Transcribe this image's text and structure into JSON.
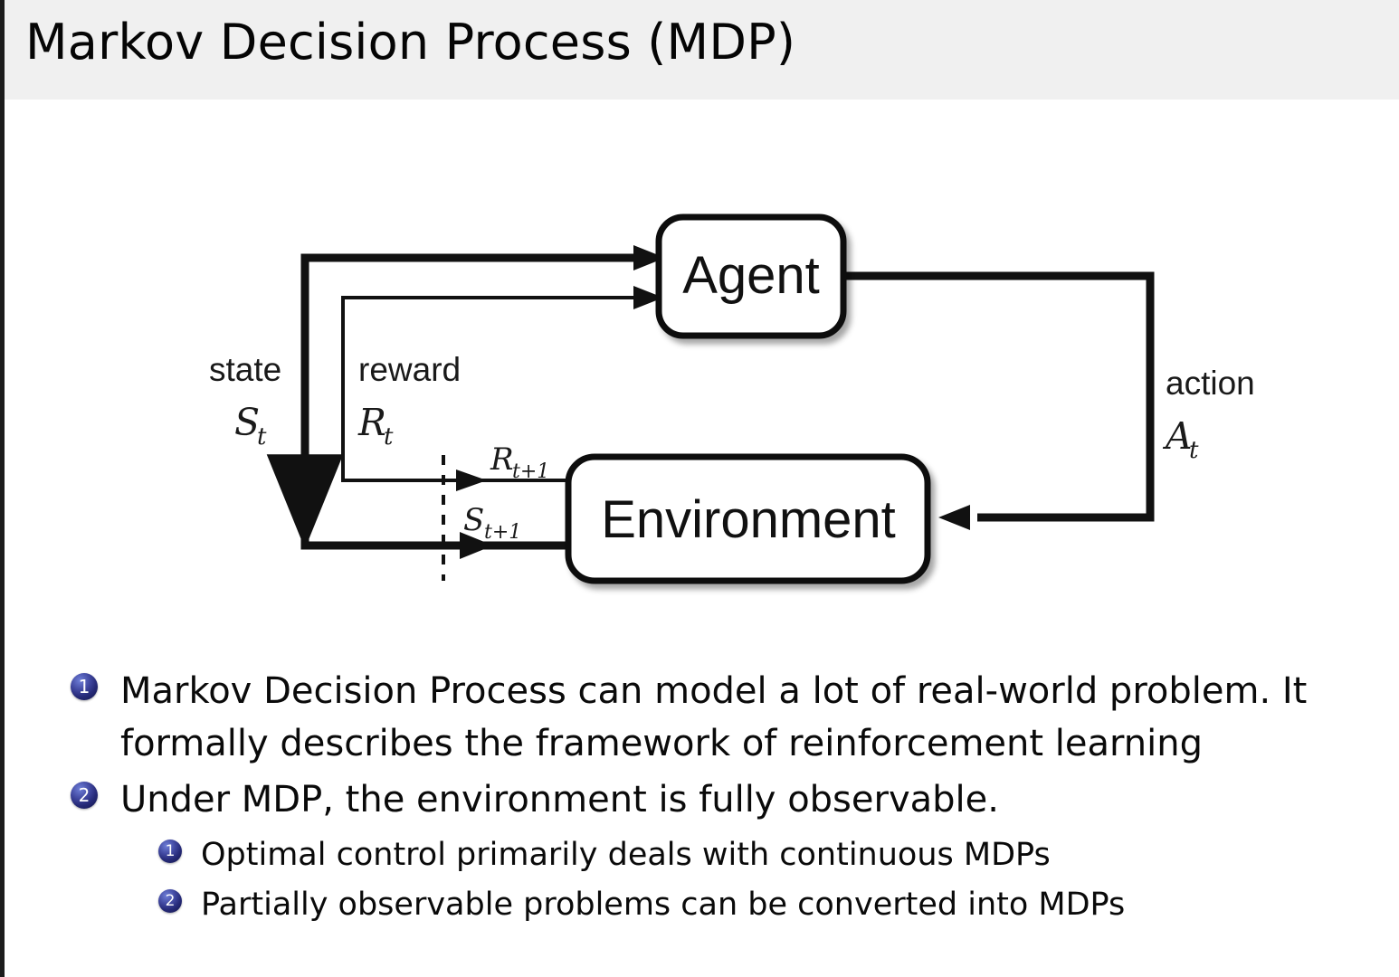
{
  "slide": {
    "title": "Markov Decision Process (MDP)",
    "header_bg": "#f0f0f0",
    "accent": "#262a78",
    "text_color": "#0a0a0a"
  },
  "diagram": {
    "name": "agent-environment-interaction-loop",
    "boxes": {
      "agent": "Agent",
      "environment": "Environment"
    },
    "labels": {
      "state_word": "state",
      "state_sym": "S",
      "state_sub": "t",
      "reward_word": "reward",
      "reward_sym": "R",
      "reward_sub": "t",
      "action_word": "action",
      "action_sym": "A",
      "action_sub": "t",
      "next_reward_sym": "R",
      "next_reward_sub": "t+1",
      "next_state_sym": "S",
      "next_state_sub": "t+1"
    }
  },
  "body": {
    "items": [
      {
        "num": "1",
        "line1": "Markov Decision Process can model a lot of real-world problem. It",
        "line2": "formally describes the framework of reinforcement learning",
        "text": "Markov Decision Process can model a lot of real-world problem. It formally describes the framework of reinforcement learning"
      },
      {
        "num": "2",
        "text": "Under MDP, the environment is fully observable.",
        "subitems": [
          {
            "num": "1",
            "text": "Optimal control primarily deals with continuous MDPs"
          },
          {
            "num": "2",
            "text": "Partially observable problems can be converted into MDPs"
          }
        ]
      }
    ]
  }
}
